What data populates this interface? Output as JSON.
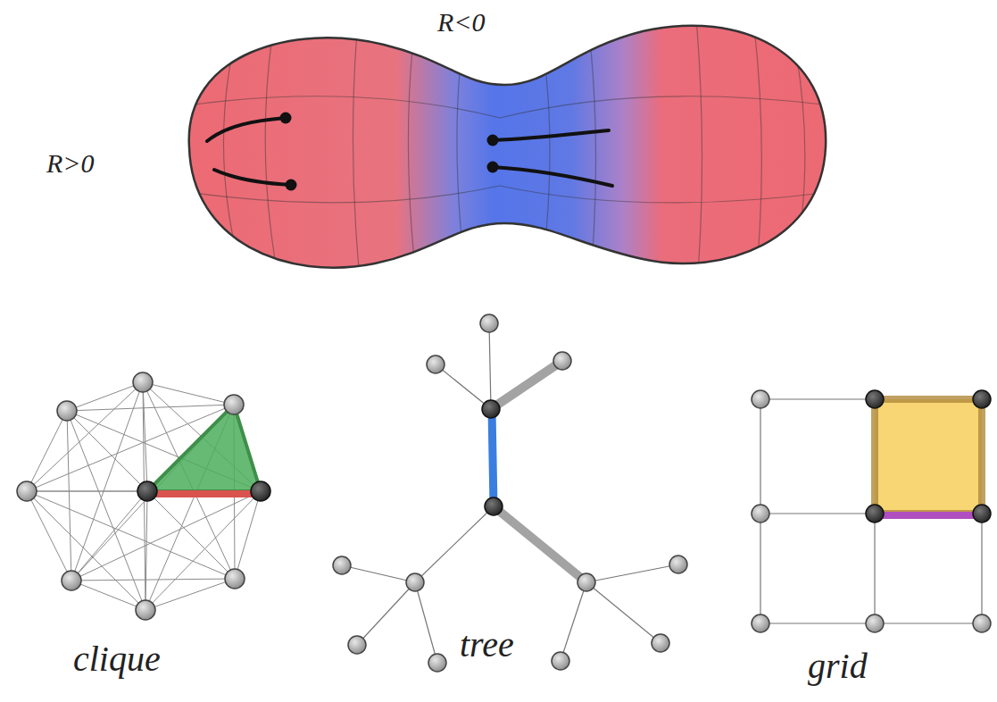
{
  "diagram": {
    "labels": [
      "R<0",
      "R>0",
      "clique",
      "tree",
      "grid"
    ]
  }
}
